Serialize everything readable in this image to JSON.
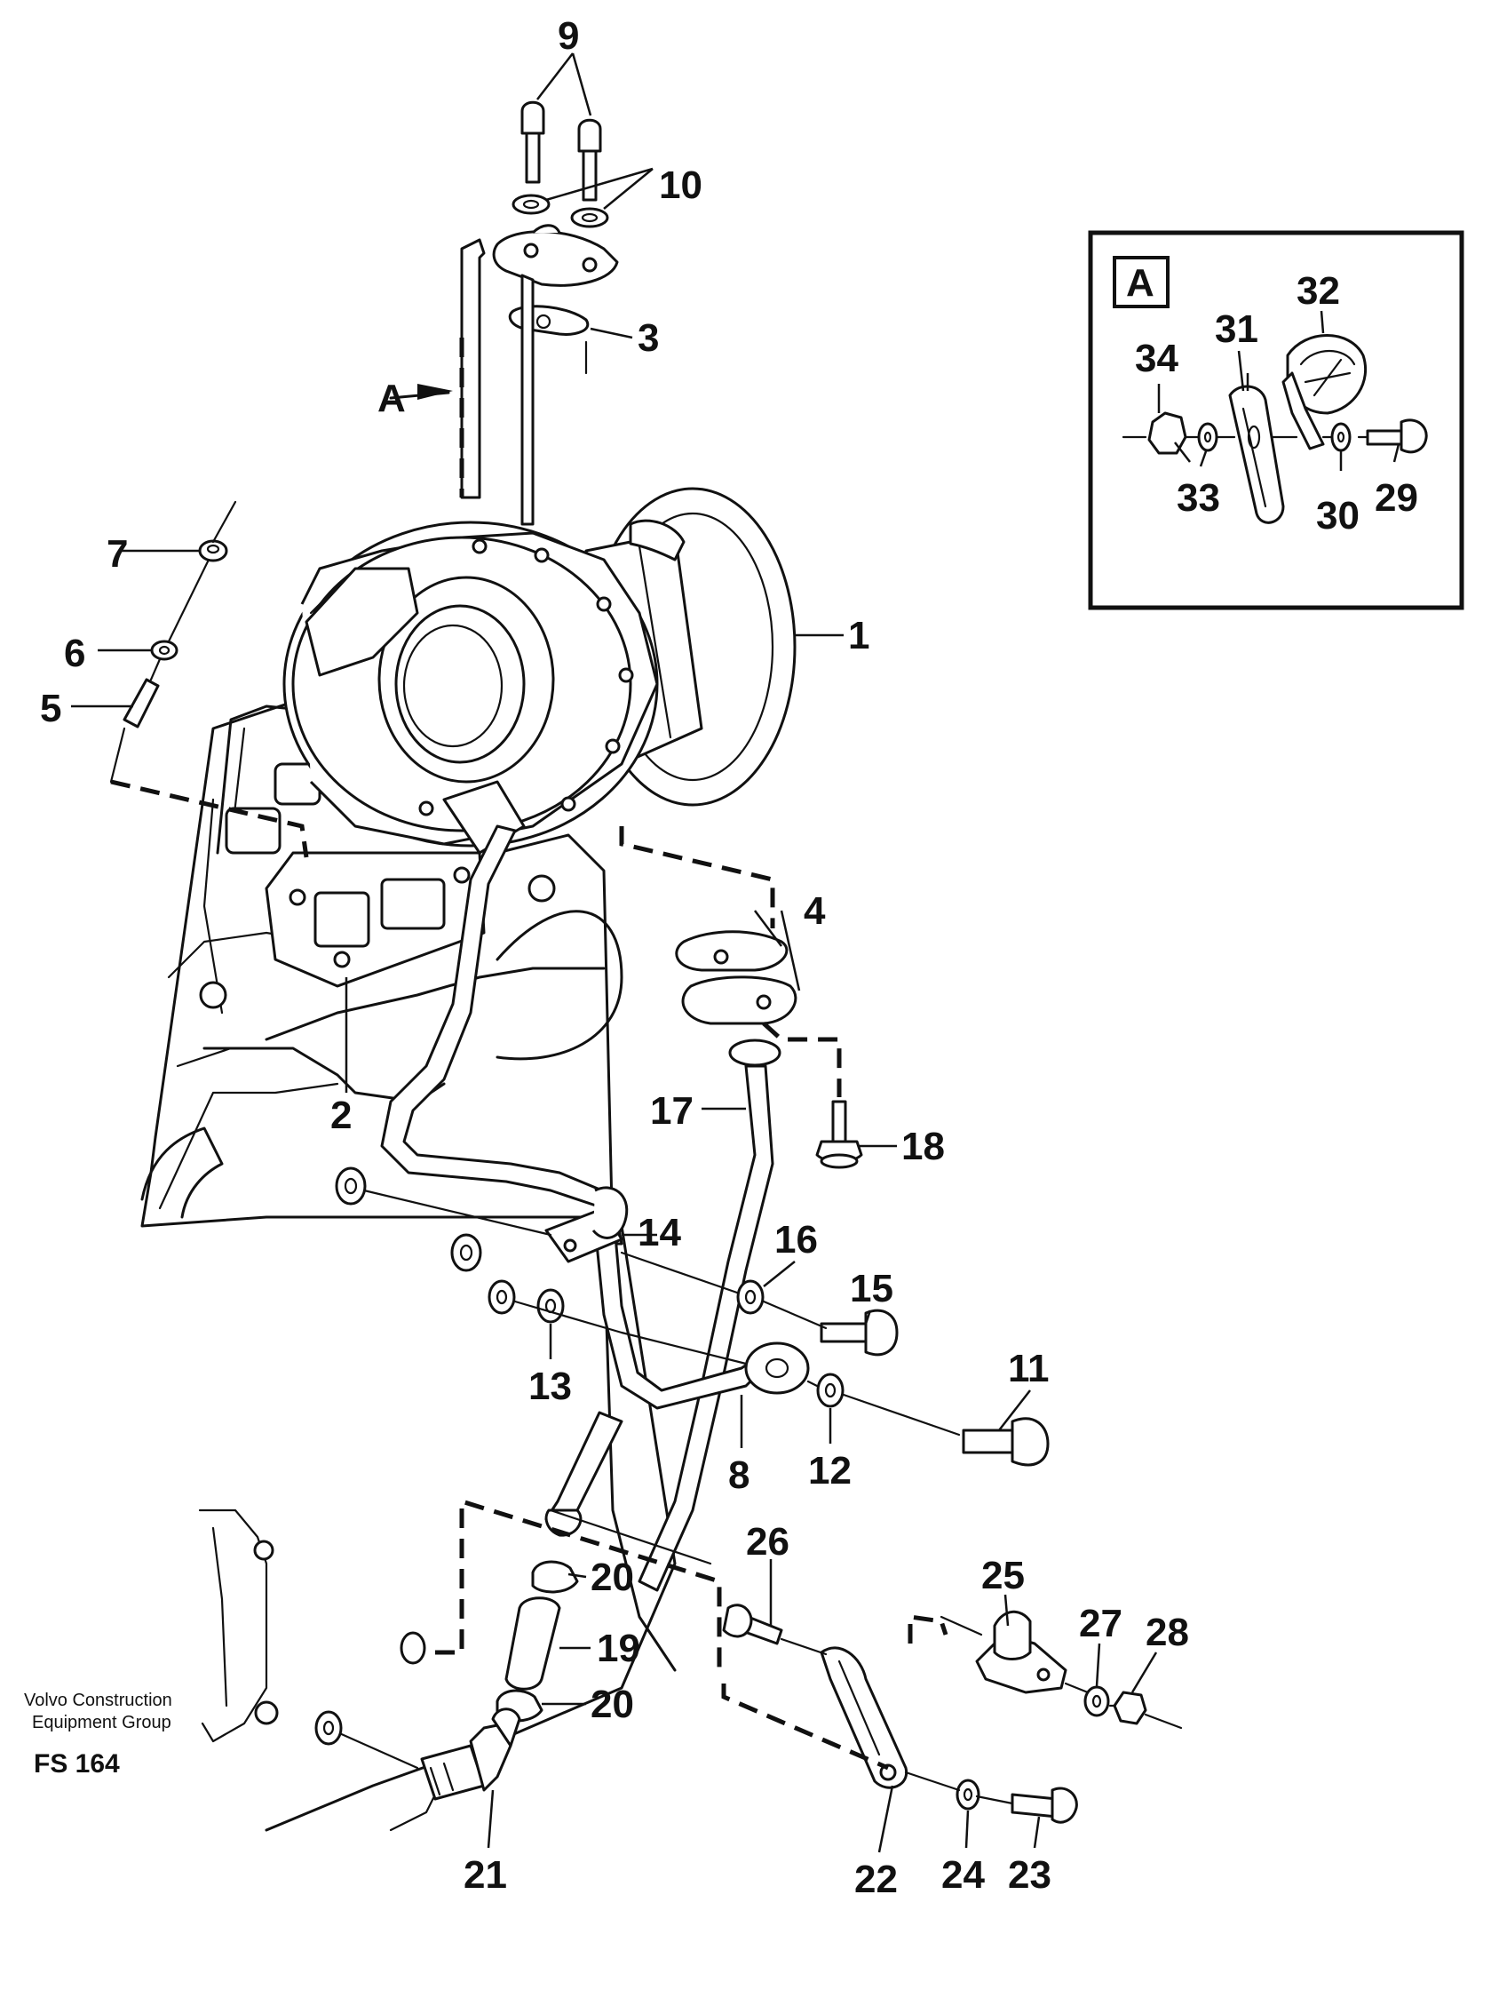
{
  "callouts": {
    "p1": "1",
    "p2": "2",
    "p3": "3",
    "p4": "4",
    "p5": "5",
    "p6": "6",
    "p7": "7",
    "p8": "8",
    "p9": "9",
    "p10": "10",
    "p11": "11",
    "p12": "12",
    "p13": "13",
    "p14": "14",
    "p15": "15",
    "p16": "16",
    "p17": "17",
    "p18": "18",
    "p19": "19",
    "p20a": "20",
    "p20b": "20",
    "p21": "21",
    "p22": "22",
    "p23": "23",
    "p24": "24",
    "p25": "25",
    "p26": "26",
    "p27": "27",
    "p28": "28",
    "p29": "29",
    "p30": "30",
    "p31": "31",
    "p32": "32",
    "p33": "33",
    "p34": "34"
  },
  "view_ref": {
    "arrow_label": "A",
    "inset_label": "A"
  },
  "footer": {
    "company_line1": "Volvo Construction",
    "company_line2": "Equipment Group",
    "code": "FS 164"
  }
}
